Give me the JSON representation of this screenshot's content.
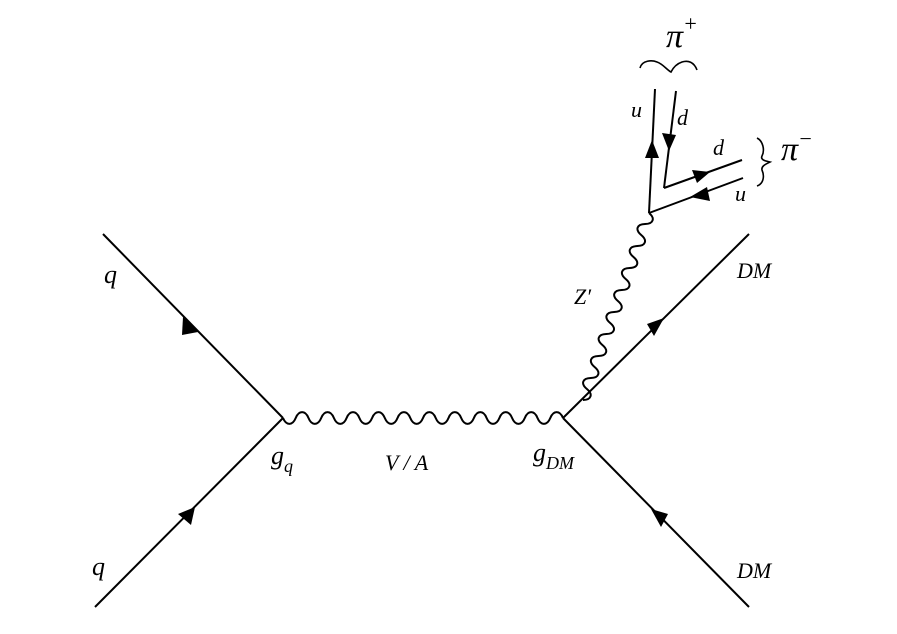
{
  "labels": {
    "q_top": "q",
    "q_bottom": "q",
    "g_q": "g",
    "g_q_sub": "q",
    "mediator": "V / A",
    "g_dm": "g",
    "g_dm_sub": "DM",
    "dm_top": "DM",
    "dm_bottom": "DM",
    "z_prime": "Z′",
    "pi_plus": "π",
    "pi_plus_sup": "+",
    "pi_minus": "π",
    "pi_minus_sup": "−",
    "quark_u_top": "u",
    "quark_d_top": "d",
    "quark_d_right": "d",
    "quark_u_right": "u"
  },
  "colors": {
    "stroke": "#000000",
    "background": "#ffffff"
  }
}
